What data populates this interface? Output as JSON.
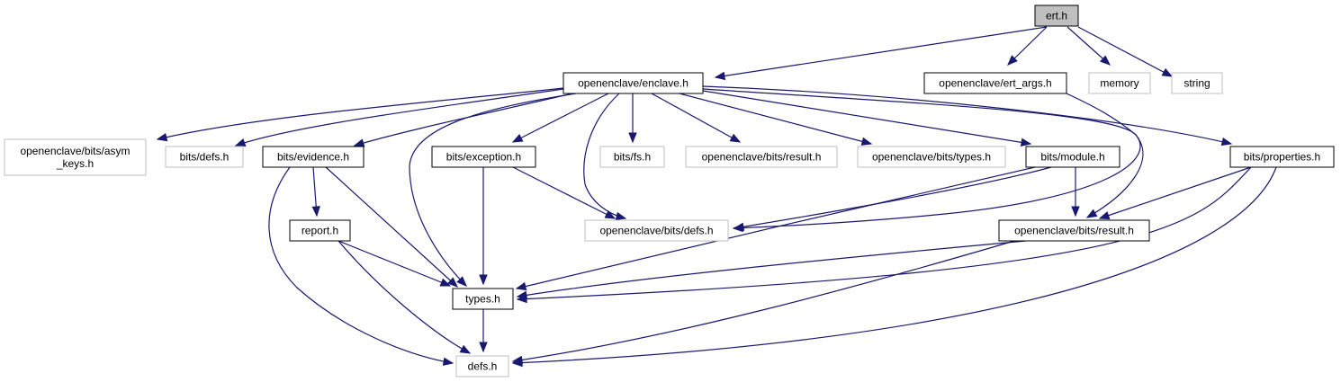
{
  "colors": {
    "edge": "#191970",
    "root_fill": "#bfbfbf",
    "documented_border": "#000000",
    "undocumented_border": "#bfbfbf",
    "box_fill": "#ffffff"
  },
  "nodes": {
    "ert": {
      "label": "ert.h",
      "kind": "root"
    },
    "enclave": {
      "label": "openenclave/enclave.h",
      "kind": "documented"
    },
    "ert_args": {
      "label": "openenclave/ert_args.h",
      "kind": "documented"
    },
    "memory": {
      "label": "memory",
      "kind": "undocumented"
    },
    "string": {
      "label": "string",
      "kind": "undocumented"
    },
    "asym_keys": {
      "label": [
        "openenclave/bits/asym",
        "_keys.h"
      ],
      "kind": "undocumented"
    },
    "bits_defs": {
      "label": "bits/defs.h",
      "kind": "undocumented"
    },
    "evidence": {
      "label": "bits/evidence.h",
      "kind": "documented"
    },
    "exception": {
      "label": "bits/exception.h",
      "kind": "documented"
    },
    "fs": {
      "label": "bits/fs.h",
      "kind": "undocumented"
    },
    "oe_result": {
      "label": "openenclave/bits/result.h",
      "kind": "undocumented"
    },
    "oe_types": {
      "label": "openenclave/bits/types.h",
      "kind": "undocumented"
    },
    "module": {
      "label": "bits/module.h",
      "kind": "documented"
    },
    "properties": {
      "label": "bits/properties.h",
      "kind": "documented"
    },
    "report": {
      "label": "report.h",
      "kind": "documented"
    },
    "oe_defs": {
      "label": "openenclave/bits/defs.h",
      "kind": "undocumented"
    },
    "result_doc": {
      "label": "openenclave/bits/result.h",
      "kind": "documented"
    },
    "types": {
      "label": "types.h",
      "kind": "documented"
    },
    "defs": {
      "label": "defs.h",
      "kind": "undocumented"
    }
  },
  "edges": [
    [
      "ert",
      "enclave"
    ],
    [
      "ert",
      "ert_args"
    ],
    [
      "ert",
      "memory"
    ],
    [
      "ert",
      "string"
    ],
    [
      "enclave",
      "asym_keys"
    ],
    [
      "enclave",
      "bits_defs"
    ],
    [
      "enclave",
      "evidence"
    ],
    [
      "enclave",
      "types"
    ],
    [
      "enclave",
      "exception"
    ],
    [
      "enclave",
      "oe_defs"
    ],
    [
      "enclave",
      "fs"
    ],
    [
      "enclave",
      "oe_result"
    ],
    [
      "enclave",
      "oe_types"
    ],
    [
      "enclave",
      "module"
    ],
    [
      "enclave",
      "result_doc"
    ],
    [
      "enclave",
      "properties"
    ],
    [
      "ert_args",
      "oe_defs"
    ],
    [
      "evidence",
      "report"
    ],
    [
      "evidence",
      "types"
    ],
    [
      "evidence",
      "defs"
    ],
    [
      "exception",
      "types"
    ],
    [
      "exception",
      "oe_defs"
    ],
    [
      "module",
      "oe_defs"
    ],
    [
      "module",
      "types"
    ],
    [
      "module",
      "result_doc"
    ],
    [
      "properties",
      "result_doc"
    ],
    [
      "properties",
      "types"
    ],
    [
      "properties",
      "defs"
    ],
    [
      "report",
      "types"
    ],
    [
      "report",
      "defs"
    ],
    [
      "result_doc",
      "types"
    ],
    [
      "result_doc",
      "defs"
    ],
    [
      "types",
      "defs"
    ]
  ]
}
